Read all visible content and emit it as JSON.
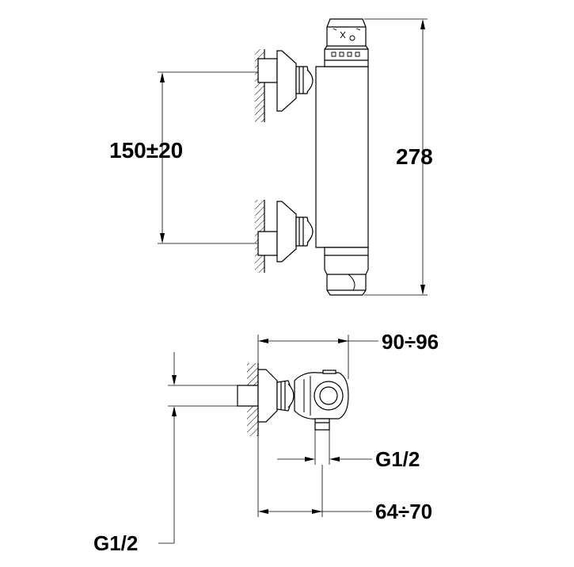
{
  "dimensions": {
    "inlet_spacing": "150±20",
    "total_height": "278",
    "depth_outlet": "90÷96",
    "outlet_thread": "G1/2",
    "outlet_offset": "64÷70",
    "inlet_thread": "G1/2"
  }
}
